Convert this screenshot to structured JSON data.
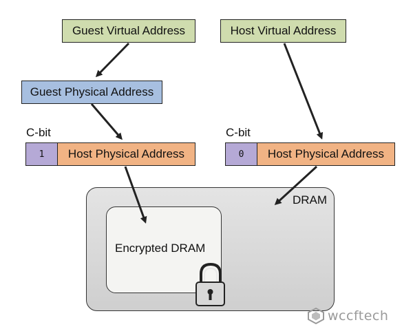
{
  "boxes": {
    "guest_virtual": "Guest Virtual Address",
    "host_virtual": "Host Virtual Address",
    "guest_physical": "Guest Physical Address",
    "host_physical_left": "Host Physical Address",
    "host_physical_right": "Host Physical Address"
  },
  "cbit": {
    "left_label": "C-bit",
    "left_value": "1",
    "right_label": "C-bit",
    "right_value": "0"
  },
  "memory": {
    "dram_label": "DRAM",
    "encrypted_label": "Encrypted DRAM"
  },
  "icons": [
    "lock-icon",
    "wccftech-logo-icon"
  ],
  "watermark": "wccftech",
  "colors": {
    "virtual": "#cfdcae",
    "guest_physical": "#a7bfe0",
    "host_physical": "#f1b384",
    "cbit": "#b5a9d6"
  }
}
